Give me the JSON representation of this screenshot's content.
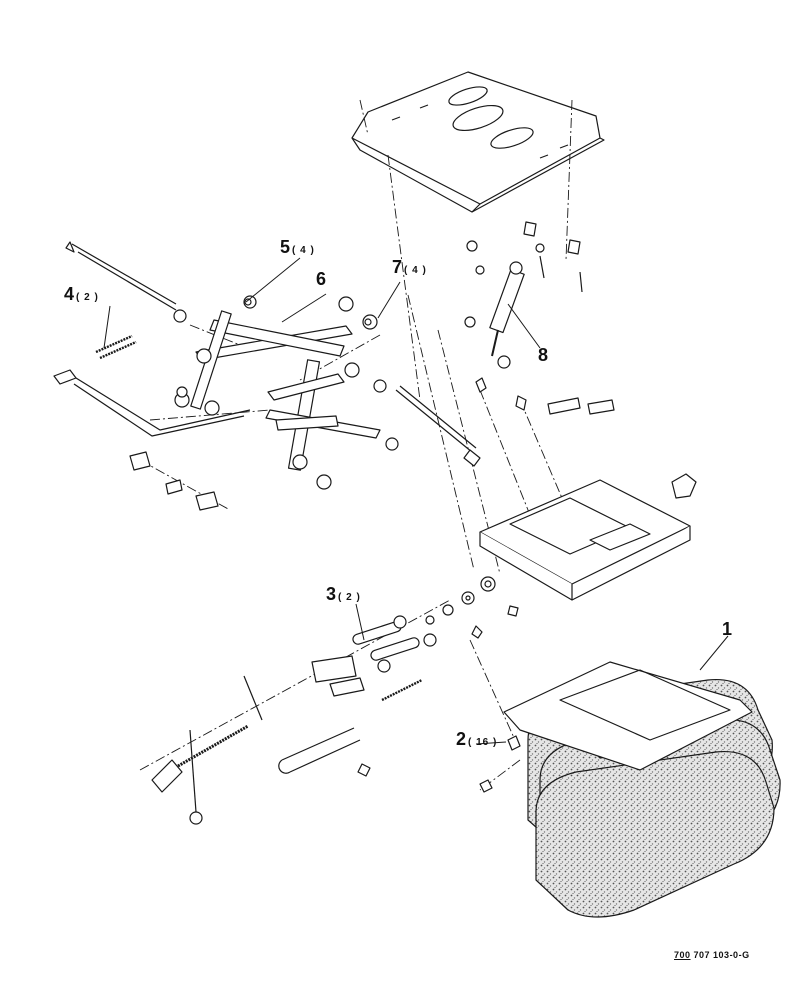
{
  "callouts": [
    {
      "id": "1",
      "number": "1",
      "qty": ""
    },
    {
      "id": "2",
      "number": "2",
      "qty": "( 16 )"
    },
    {
      "id": "3",
      "number": "3",
      "qty": "( 2 )"
    },
    {
      "id": "4",
      "number": "4",
      "qty": "( 2 )"
    },
    {
      "id": "5",
      "number": "5",
      "qty": "( 4 )"
    },
    {
      "id": "6",
      "number": "6",
      "qty": ""
    },
    {
      "id": "7",
      "number": "7",
      "qty": "( 4 )"
    },
    {
      "id": "8",
      "number": "8",
      "qty": ""
    }
  ],
  "drawing_number": {
    "prefix": "700",
    "rest": " 707 103-0-G"
  },
  "colors": {
    "ink": "#1a1a1a",
    "foam": "#cfcfcf",
    "paper": "#ffffff"
  }
}
